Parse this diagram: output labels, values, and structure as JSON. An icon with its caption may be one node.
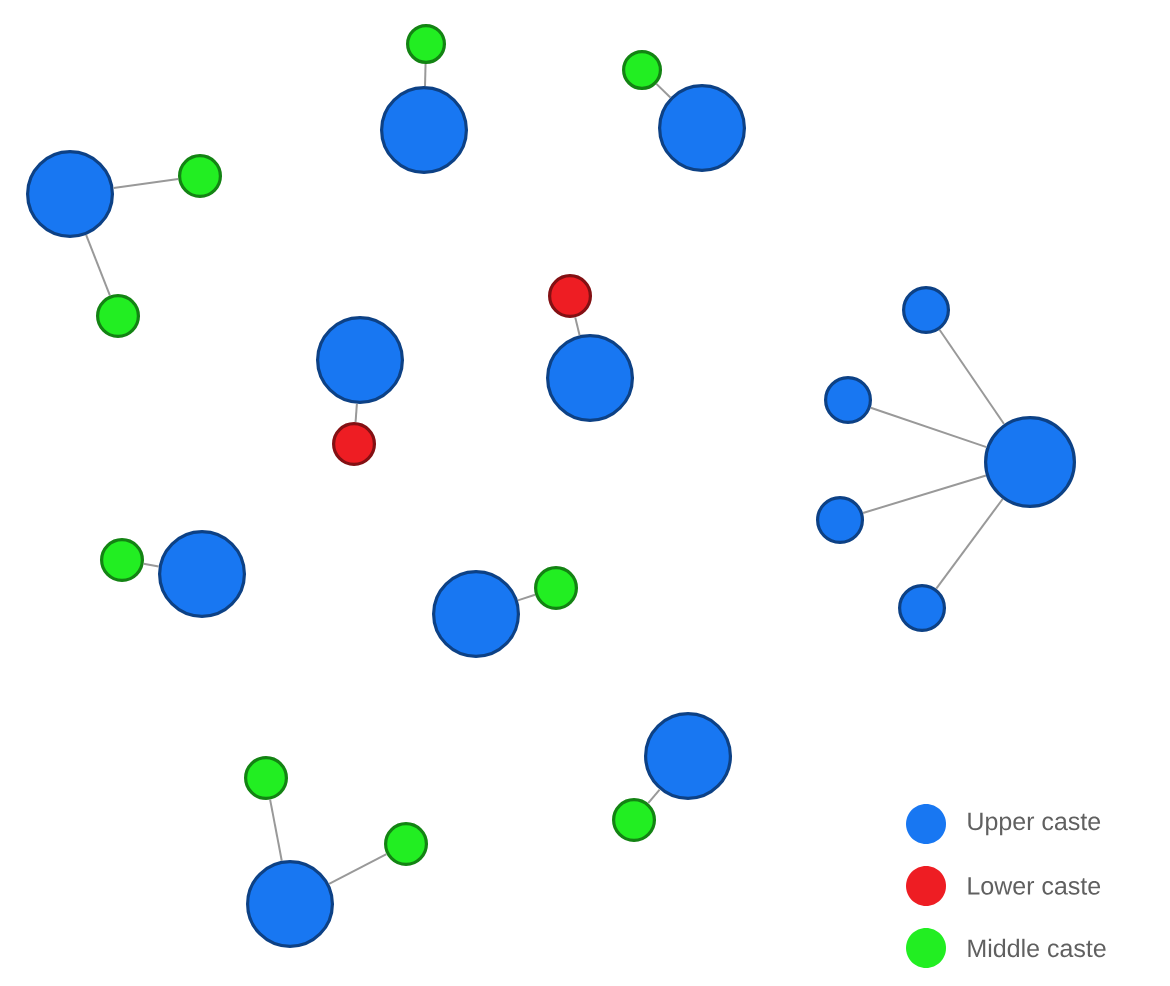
{
  "diagram": {
    "nodes": [
      {
        "text": [],
        "shape": "circle"
      },
      {
        "text": [],
        "shape": "circle"
      },
      {
        "text": [],
        "shape": "circle"
      },
      {
        "text": [],
        "shape": "circle"
      },
      {
        "text": [],
        "shape": "circle"
      },
      {
        "text": [],
        "shape": "circle"
      },
      {
        "text": [],
        "shape": "circle"
      },
      {
        "text": [],
        "shape": "circle"
      },
      {
        "text": [],
        "shape": "circle"
      },
      {
        "text": [],
        "shape": "circle"
      },
      {
        "text": [],
        "shape": "circle"
      },
      {
        "text": [],
        "shape": "circle"
      },
      {
        "text": [],
        "shape": "circle"
      },
      {
        "text": [],
        "shape": "circle"
      },
      {
        "text": [],
        "shape": "circle"
      },
      {
        "text": [],
        "shape": "circle"
      },
      {
        "text": [],
        "shape": "circle"
      },
      {
        "text": [],
        "shape": "circle"
      },
      {
        "text": [],
        "shape": "circle"
      },
      {
        "text": [],
        "shape": "circle"
      },
      {
        "text": [],
        "shape": "circle"
      },
      {
        "text": [],
        "shape": "circle"
      },
      {
        "text": [],
        "shape": "circle"
      },
      {
        "text": [],
        "shape": "circle"
      },
      {
        "text": [],
        "shape": "circle"
      }
    ],
    "edges": [
      {
        "from": 1,
        "to": 0,
        "arrow": "none"
      },
      {
        "from": 3,
        "to": 2,
        "arrow": "none"
      },
      {
        "from": 4,
        "to": 5,
        "arrow": "none"
      },
      {
        "from": 4,
        "to": 6,
        "arrow": "none"
      },
      {
        "from": 8,
        "to": 7,
        "arrow": "none"
      },
      {
        "from": 9,
        "to": 10,
        "arrow": "none"
      },
      {
        "from": 13,
        "to": 11,
        "arrow": "none"
      },
      {
        "from": 13,
        "to": 12,
        "arrow": "none"
      },
      {
        "from": 13,
        "to": 14,
        "arrow": "none"
      },
      {
        "from": 13,
        "to": 15,
        "arrow": "none"
      },
      {
        "from": 17,
        "to": 16,
        "arrow": "none"
      },
      {
        "from": 18,
        "to": 19,
        "arrow": "none"
      },
      {
        "from": 20,
        "to": 21,
        "arrow": "none"
      },
      {
        "from": 24,
        "to": 22,
        "arrow": "none"
      },
      {
        "from": 24,
        "to": 23,
        "arrow": "none"
      }
    ],
    "legend": [
      {
        "text": "Upper caste",
        "color": "#1877f2"
      },
      {
        "text": "Lower caste",
        "color": "#ee1d23"
      },
      {
        "text": "Middle caste",
        "color": "#22ee22"
      }
    ]
  }
}
